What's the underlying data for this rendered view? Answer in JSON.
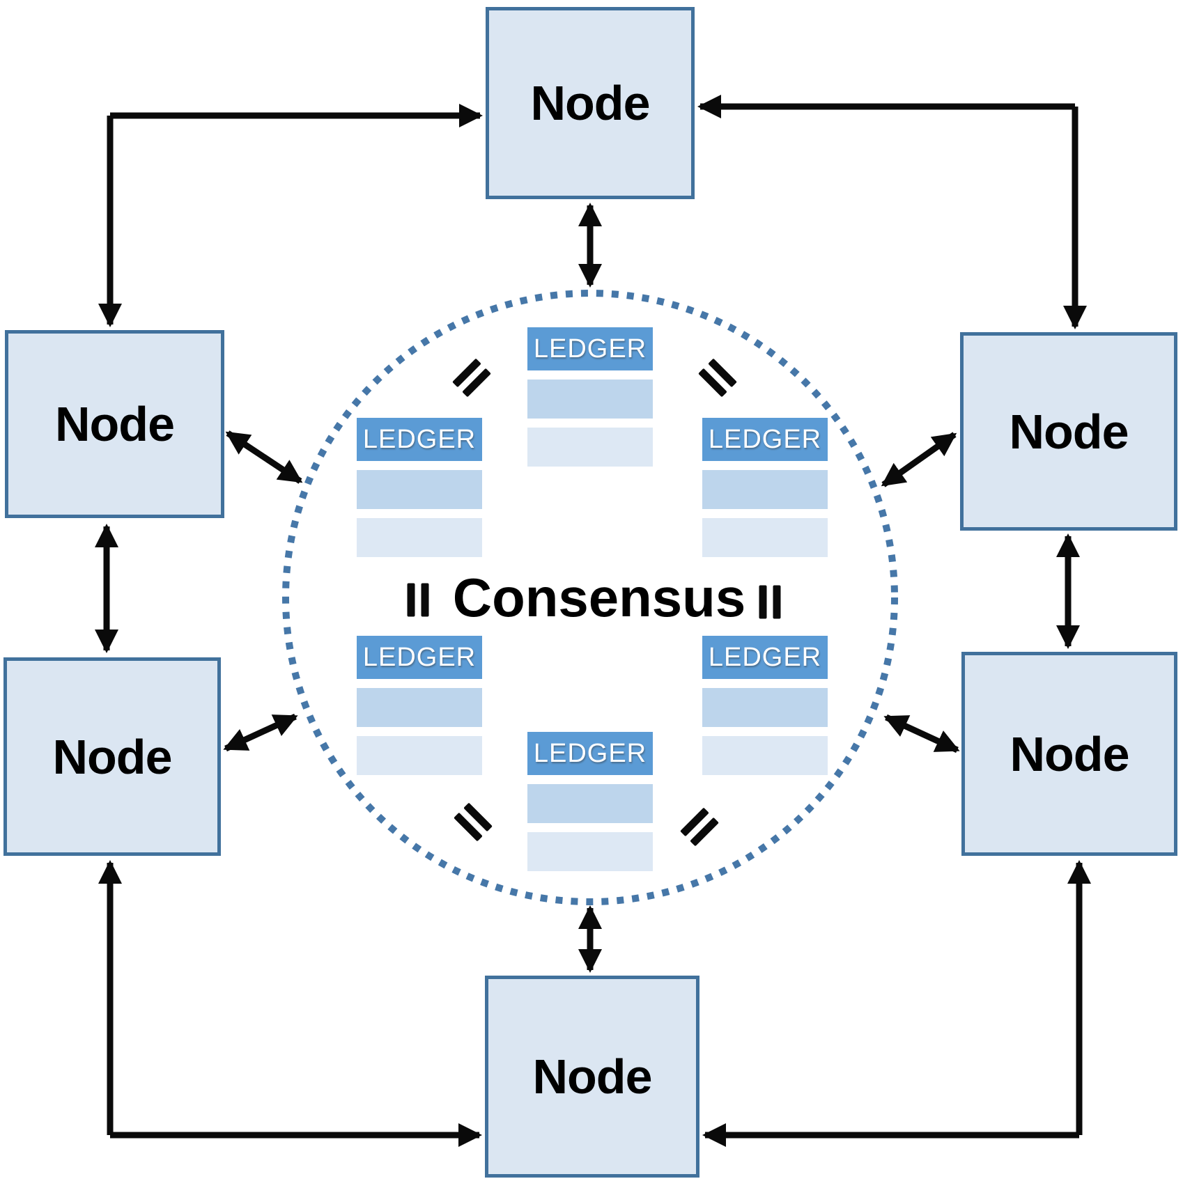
{
  "diagram": {
    "type": "peer-to-peer consensus network",
    "center_label": "Consensus",
    "nodes": [
      {
        "id": "top",
        "label": "Node"
      },
      {
        "id": "upper-left",
        "label": "Node"
      },
      {
        "id": "upper-right",
        "label": "Node"
      },
      {
        "id": "lower-left",
        "label": "Node"
      },
      {
        "id": "lower-right",
        "label": "Node"
      },
      {
        "id": "bottom",
        "label": "Node"
      }
    ],
    "ledgers": [
      {
        "id": "top",
        "header": "LEDGER",
        "rows": 2
      },
      {
        "id": "upper-left",
        "header": "LEDGER",
        "rows": 2
      },
      {
        "id": "upper-right",
        "header": "LEDGER",
        "rows": 2
      },
      {
        "id": "lower-left",
        "header": "LEDGER",
        "rows": 2
      },
      {
        "id": "lower-right",
        "header": "LEDGER",
        "rows": 2
      },
      {
        "id": "bottom",
        "header": "LEDGER",
        "rows": 2
      }
    ],
    "equivalence_marks_count": 6,
    "colors": {
      "node_fill": "#dbe6f2",
      "node_border": "#41719c",
      "ledger_header": "#5b9bd5",
      "ledger_header_text": "#ffffff",
      "ledger_row1": "#bdd5ec",
      "ledger_row2": "#dde8f4",
      "dotted_circle": "#4677a8",
      "arrow": "#0a0a0a",
      "label_text": "#000000"
    }
  }
}
